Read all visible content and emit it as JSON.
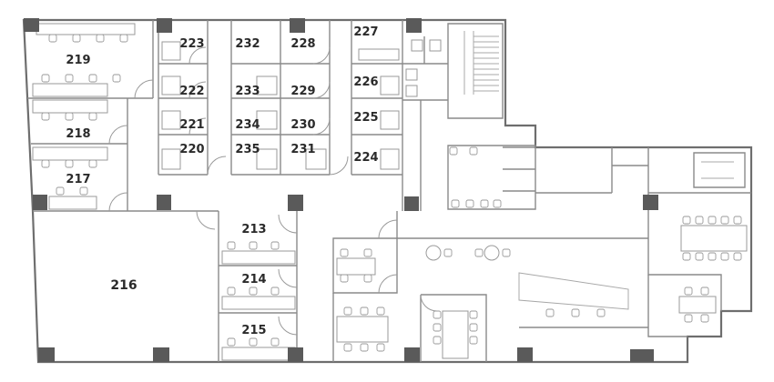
{
  "rooms": [
    {
      "id": "219",
      "label": "219"
    },
    {
      "id": "218",
      "label": "218"
    },
    {
      "id": "217",
      "label": "217"
    },
    {
      "id": "216",
      "label": "216"
    },
    {
      "id": "223",
      "label": "223"
    },
    {
      "id": "222",
      "label": "222"
    },
    {
      "id": "221",
      "label": "221"
    },
    {
      "id": "220",
      "label": "220"
    },
    {
      "id": "232",
      "label": "232"
    },
    {
      "id": "233",
      "label": "233"
    },
    {
      "id": "234",
      "label": "234"
    },
    {
      "id": "235",
      "label": "235"
    },
    {
      "id": "228",
      "label": "228"
    },
    {
      "id": "229",
      "label": "229"
    },
    {
      "id": "230",
      "label": "230"
    },
    {
      "id": "231",
      "label": "231"
    },
    {
      "id": "227",
      "label": "227"
    },
    {
      "id": "226",
      "label": "226"
    },
    {
      "id": "225",
      "label": "225"
    },
    {
      "id": "224",
      "label": "224"
    },
    {
      "id": "213",
      "label": "213"
    },
    {
      "id": "214",
      "label": "214"
    },
    {
      "id": "215",
      "label": "215"
    }
  ]
}
